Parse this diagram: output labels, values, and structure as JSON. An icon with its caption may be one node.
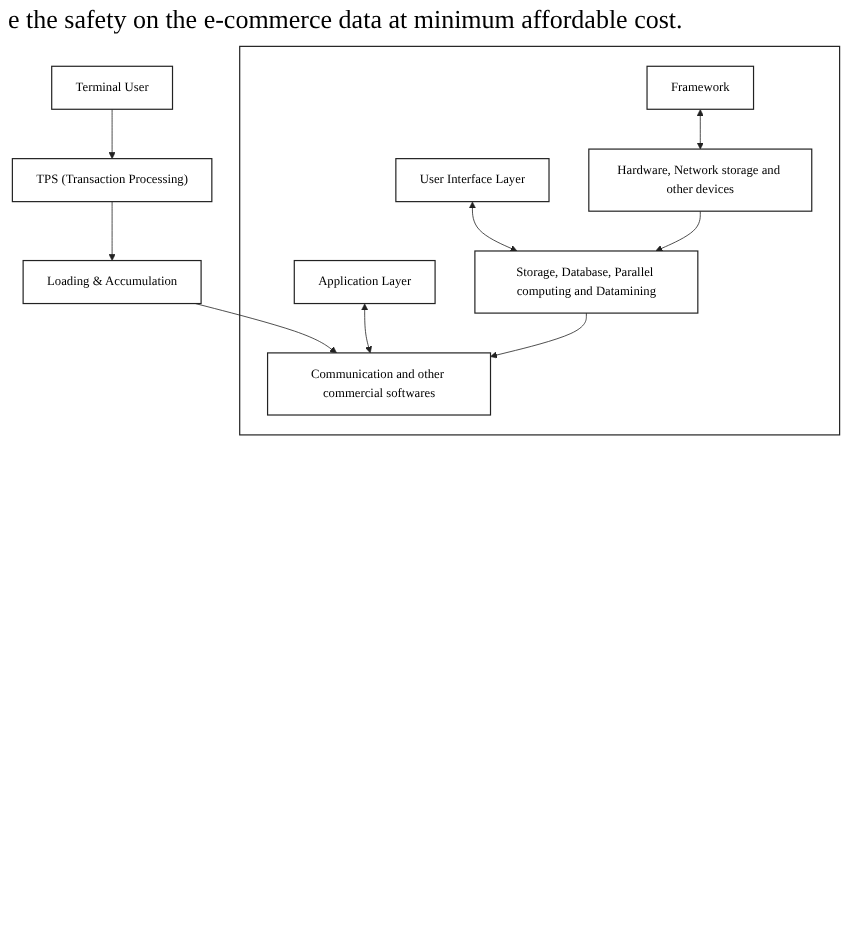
{
  "diagram": {
    "nodes": [
      {
        "text": [
          "Terminal User"
        ]
      },
      {
        "text": [
          "TPS (Transaction Processing)"
        ]
      },
      {
        "text": [
          "Loading & Accumulation"
        ]
      },
      {
        "text": [],
        "shape": "box"
      },
      {
        "text": [
          "Application Layer"
        ],
        "in": 3
      },
      {
        "text": [
          "Communication and other commercial softwares"
        ],
        "in": 3
      },
      {
        "text": [
          "User Interface Layer"
        ],
        "in": 3
      },
      {
        "text": [
          "Storage, Database, Parallel computing and Datamining"
        ],
        "in": 3
      },
      {
        "text": [
          "Framework"
        ],
        "in": 3
      },
      {
        "text": [
          "Hardware, Network storage and other devices"
        ],
        "in": 3
      }
    ],
    "edges": [
      {
        "from": 0,
        "to": 1,
        "arrow": "to"
      },
      {
        "from": 1,
        "to": 2,
        "arrow": "to"
      },
      {
        "from": 2,
        "to": 5,
        "arrow": "to"
      },
      {
        "from": 4,
        "to": 5,
        "arrow": "both"
      },
      {
        "from": 6,
        "to": 7,
        "arrow": "both"
      },
      {
        "from": 7,
        "to": 5,
        "arrow": "to"
      },
      {
        "from": 9,
        "to": 7,
        "arrow": "to"
      },
      {
        "from": 8,
        "to": 9,
        "arrow": "both"
      }
    ],
    "labels": [
      "e the safety on the e-commerce data at minimum affordable cost."
    ]
  }
}
